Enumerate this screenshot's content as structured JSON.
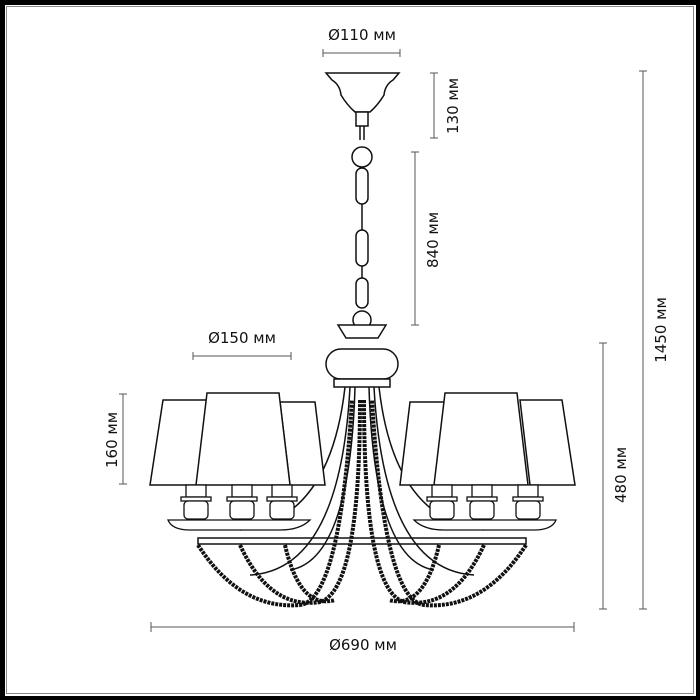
{
  "diagram": {
    "subject": "chandelier with 6 lamp shades",
    "dimensions": {
      "canopy_diameter": "Ø110 мм",
      "canopy_height": "130 мм",
      "chain_length": "840 мм",
      "total_height": "1450 мм",
      "shade_diameter": "Ø150 мм",
      "shade_height": "160 мм",
      "body_height": "480 мм",
      "overall_diameter": "Ø690 мм"
    },
    "colors": {
      "line": "#111111",
      "dimension_line": "#555555",
      "frame": "#000000"
    }
  }
}
